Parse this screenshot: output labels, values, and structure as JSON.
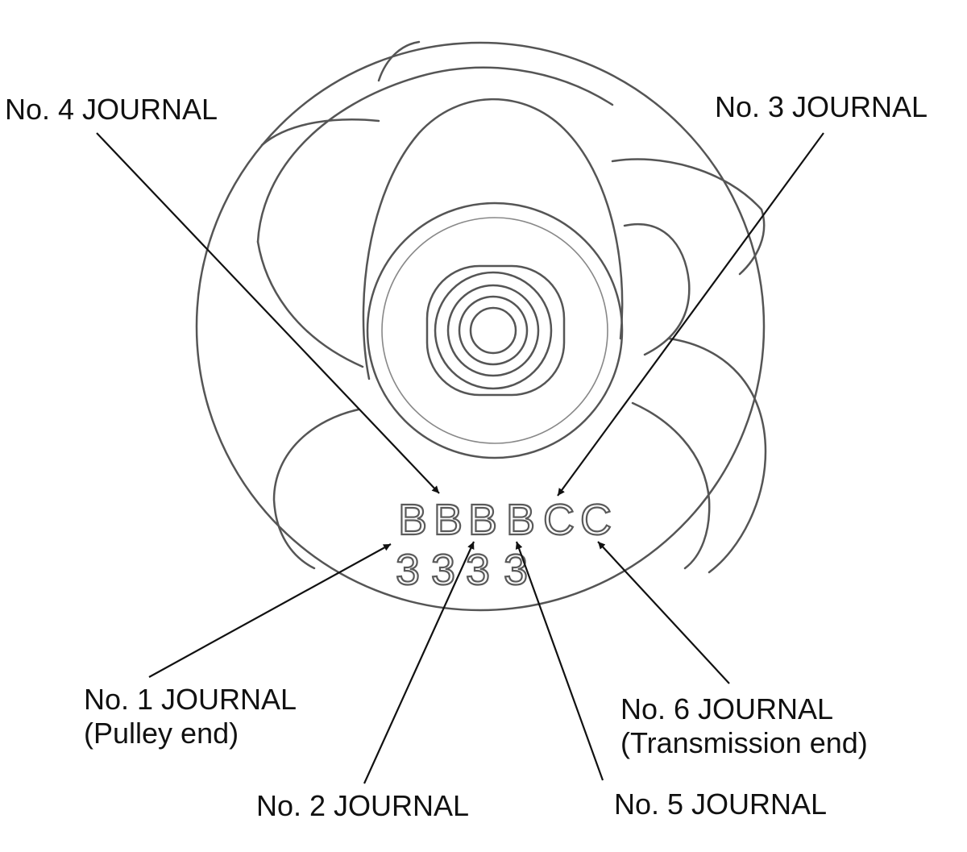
{
  "labels": {
    "no4": "No. 4 JOURNAL",
    "no3": "No. 3 JOURNAL",
    "no1_line1": "No. 1 JOURNAL",
    "no1_line2": "(Pulley end)",
    "no6_line1": "No. 6 JOURNAL",
    "no6_line2": "(Transmission end)",
    "no2": "No. 2 JOURNAL",
    "no5": "No. 5 JOURNAL"
  },
  "code_marks": {
    "letters": [
      "B",
      "B",
      "B",
      "B",
      "C",
      "C"
    ],
    "numbers": [
      "3",
      "3",
      "3",
      "3"
    ]
  }
}
